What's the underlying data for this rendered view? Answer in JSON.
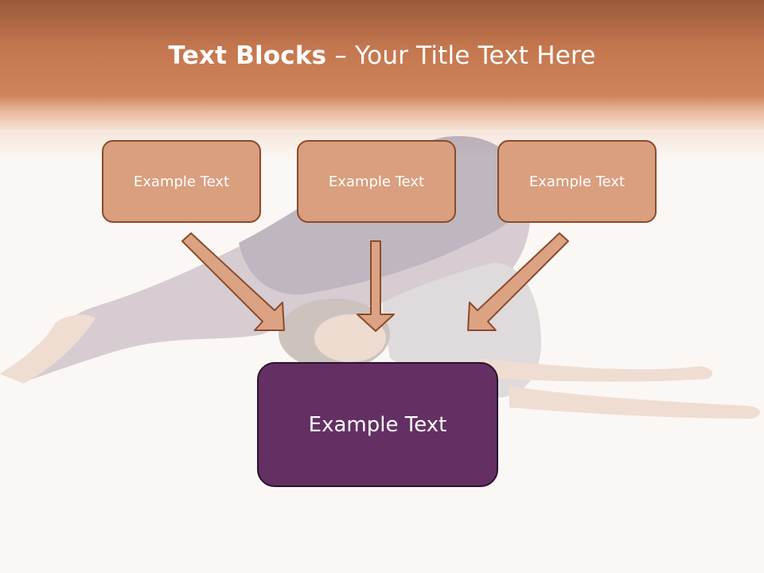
{
  "title": {
    "bold": "Text Blocks",
    "rest": " – Your Title Text Here"
  },
  "boxes": {
    "left": "Example Text",
    "middle": "Example Text",
    "right": "Example Text",
    "center": "Example Text"
  },
  "colors": {
    "header": "#cf845a",
    "small_box_fill": "#d99f7e",
    "small_box_border": "#8a4a2a",
    "big_box_fill": "#643063",
    "arrow_fill": "#dba384",
    "arrow_stroke": "#8a4a2a"
  }
}
